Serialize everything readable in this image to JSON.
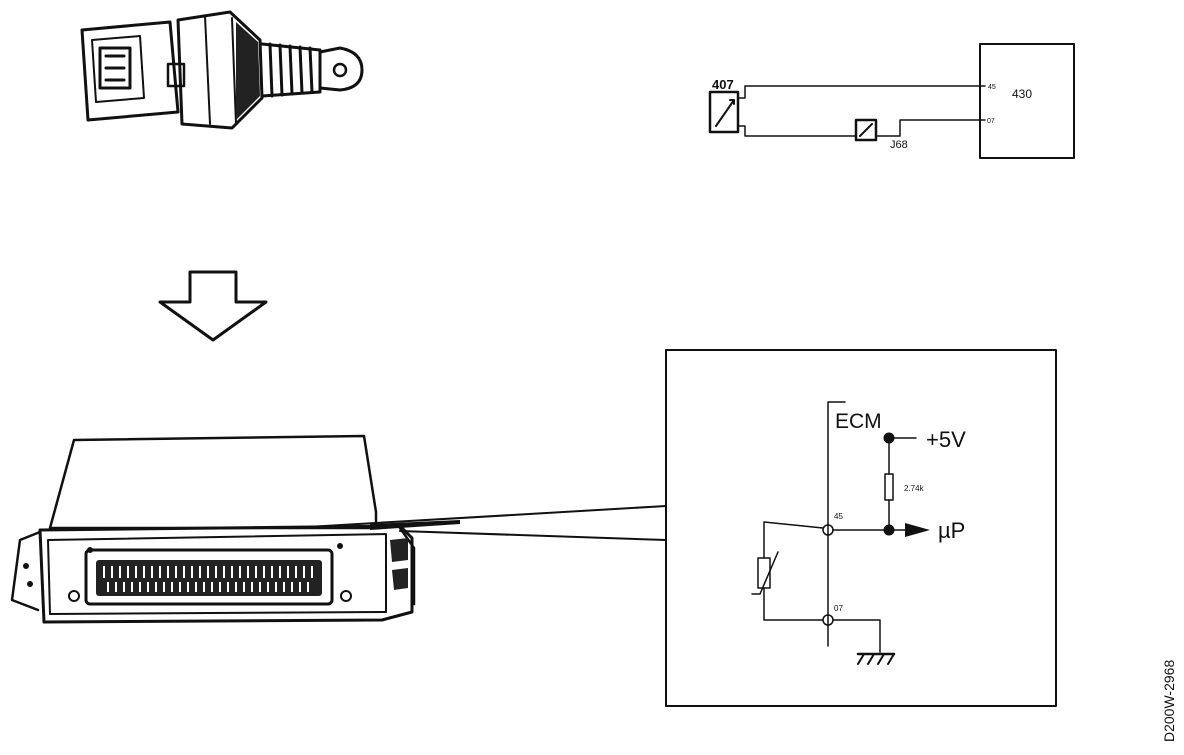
{
  "wiring": {
    "sensor_ref": "407",
    "ecu_ref": "430",
    "connector_ref": "J68",
    "ecu_pin_top": "45",
    "ecu_pin_bottom": "07"
  },
  "circuit": {
    "module_label": "ECM",
    "supply_label": "+5V",
    "resistor_label": "2.74k",
    "signal_pin": "45",
    "ground_pin": "07",
    "processor_label": "µP"
  },
  "figure_code": "D200W-2968",
  "colors": {
    "ink": "#111111",
    "paper": "#ffffff"
  },
  "icons": [
    "temperature-sensor-icon",
    "arrow-down-icon",
    "ecm-unit-icon",
    "ground-icon",
    "thermistor-icon"
  ]
}
